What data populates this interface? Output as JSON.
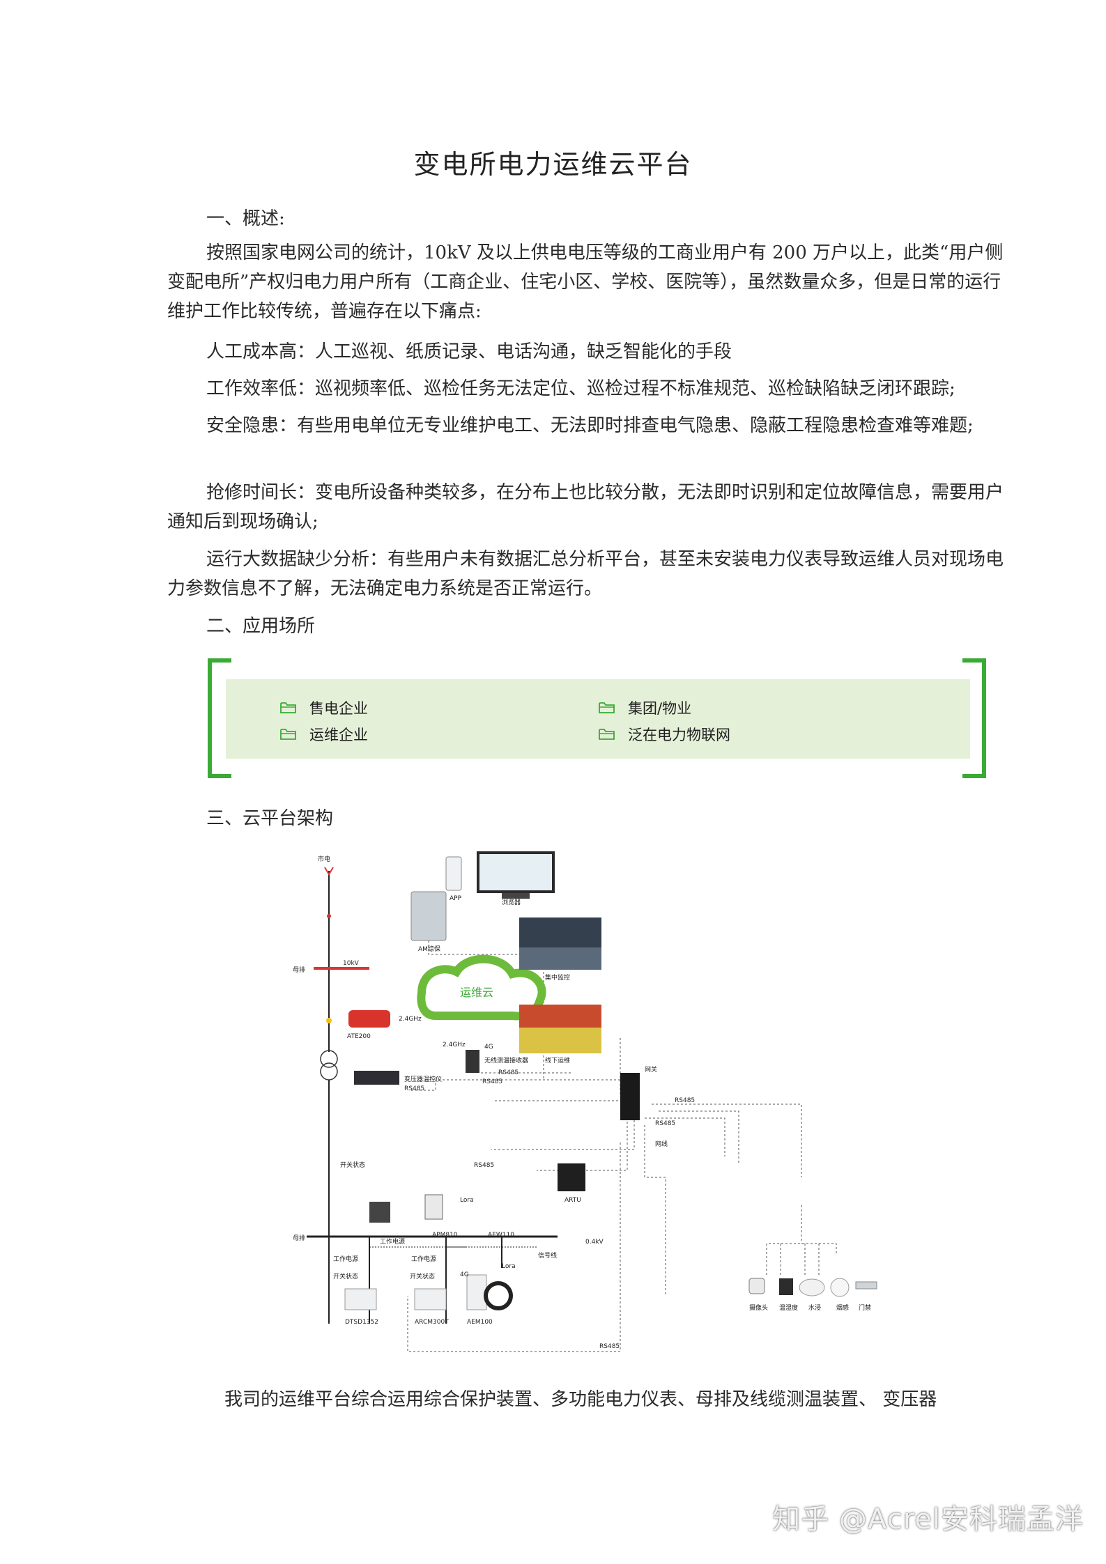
{
  "title": "变电所电力运维云平台",
  "section1": {
    "heading": "一、概述:",
    "intro": "按照国家电网公司的统计，10kV 及以上供电电压等级的工商业用户有 200 万户以上，此类“用户侧变配电所”产权归电力用户所有（工商企业、住宅小区、学校、医院等），虽然数量众多，但是日常的运行维护工作比较传统，普遍存在以下痛点:",
    "points": [
      "人工成本高：人工巡视、纸质记录、电话沟通，缺乏智能化的手段",
      "工作效率低：巡视频率低、巡检任务无法定位、巡检过程不标准规范、巡检缺陷缺乏闭环跟踪;",
      "安全隐患：有些用电单位无专业维护电工、无法即时排查电气隐患、隐蔽工程隐患检查难等难题;",
      "抢修时间长：变电所设备种类较多，在分布上也比较分散，无法即时识别和定位故障信息，需要用户通知后到现场确认;",
      "运行大数据缺少分析：有些用户未有数据汇总分析平台，甚至未安装电力仪表导致运维人员对现场电力参数信息不了解，无法确定电力系统是否正常运行。"
    ]
  },
  "section2": {
    "heading": "二、应用场所",
    "items": [
      "售电企业",
      "集团/物业",
      "运维企业",
      "泛在电力物联网"
    ]
  },
  "section3": {
    "heading": "三、云平台架构"
  },
  "diagram": {
    "labels": {
      "grid": "市电",
      "am_protect": "AM综保",
      "app": "APP",
      "browser": "浏览器",
      "bus_top": "母排",
      "kv10": "10kV",
      "ate200": "ATE200",
      "ghz1": "2.4GHz",
      "ghz2": "2.4GHz",
      "wireless_recv": "无线测温接收器",
      "rs485_a": "RS485",
      "rs485_b": "RS485",
      "cloud": "运维云",
      "g4": "4G",
      "gateway": "网关",
      "central_monitor": "集中监控",
      "offline_ops": "线下运维",
      "transformer_temp": "变压器温控仪",
      "rs485_c": "RS485",
      "rs485_d": "RS485",
      "rs485_e": "RS485",
      "switch_state1": "开关状态",
      "rs485_f": "RS485",
      "rs485_g": "RS485",
      "network": "网线",
      "lora1": "Lora",
      "apm810": "APM810",
      "aew110": "AEW110",
      "artu": "ARTU",
      "work_power1": "工作电源",
      "kv04": "0.4kV",
      "bus_bottom": "母排",
      "work_power2": "工作电源",
      "work_power3": "工作电源",
      "signal_line": "信号线",
      "switch_state2": "开关状态",
      "switch_state3": "开关状态",
      "g4b": "4G",
      "lora2": "Lora",
      "dtsd1352": "DTSD1352",
      "arcm300t": "ARCM300T",
      "aem100": "AEM100",
      "camera": "摄像头",
      "temp_hum": "温湿度",
      "water": "水浸",
      "smoke": "烟感",
      "door": "门禁",
      "rs485_h": "RS485"
    }
  },
  "closing": "我司的运维平台综合运用综合保护装置、多功能电力仪表、母排及线缆测温装置、 变压器",
  "watermark": "知乎 @Acrel安科瑞孟洋",
  "colors": {
    "accent_green": "#3aaa35",
    "box_fill": "#e5f0d8",
    "cloud_green": "#6dbb3a"
  }
}
